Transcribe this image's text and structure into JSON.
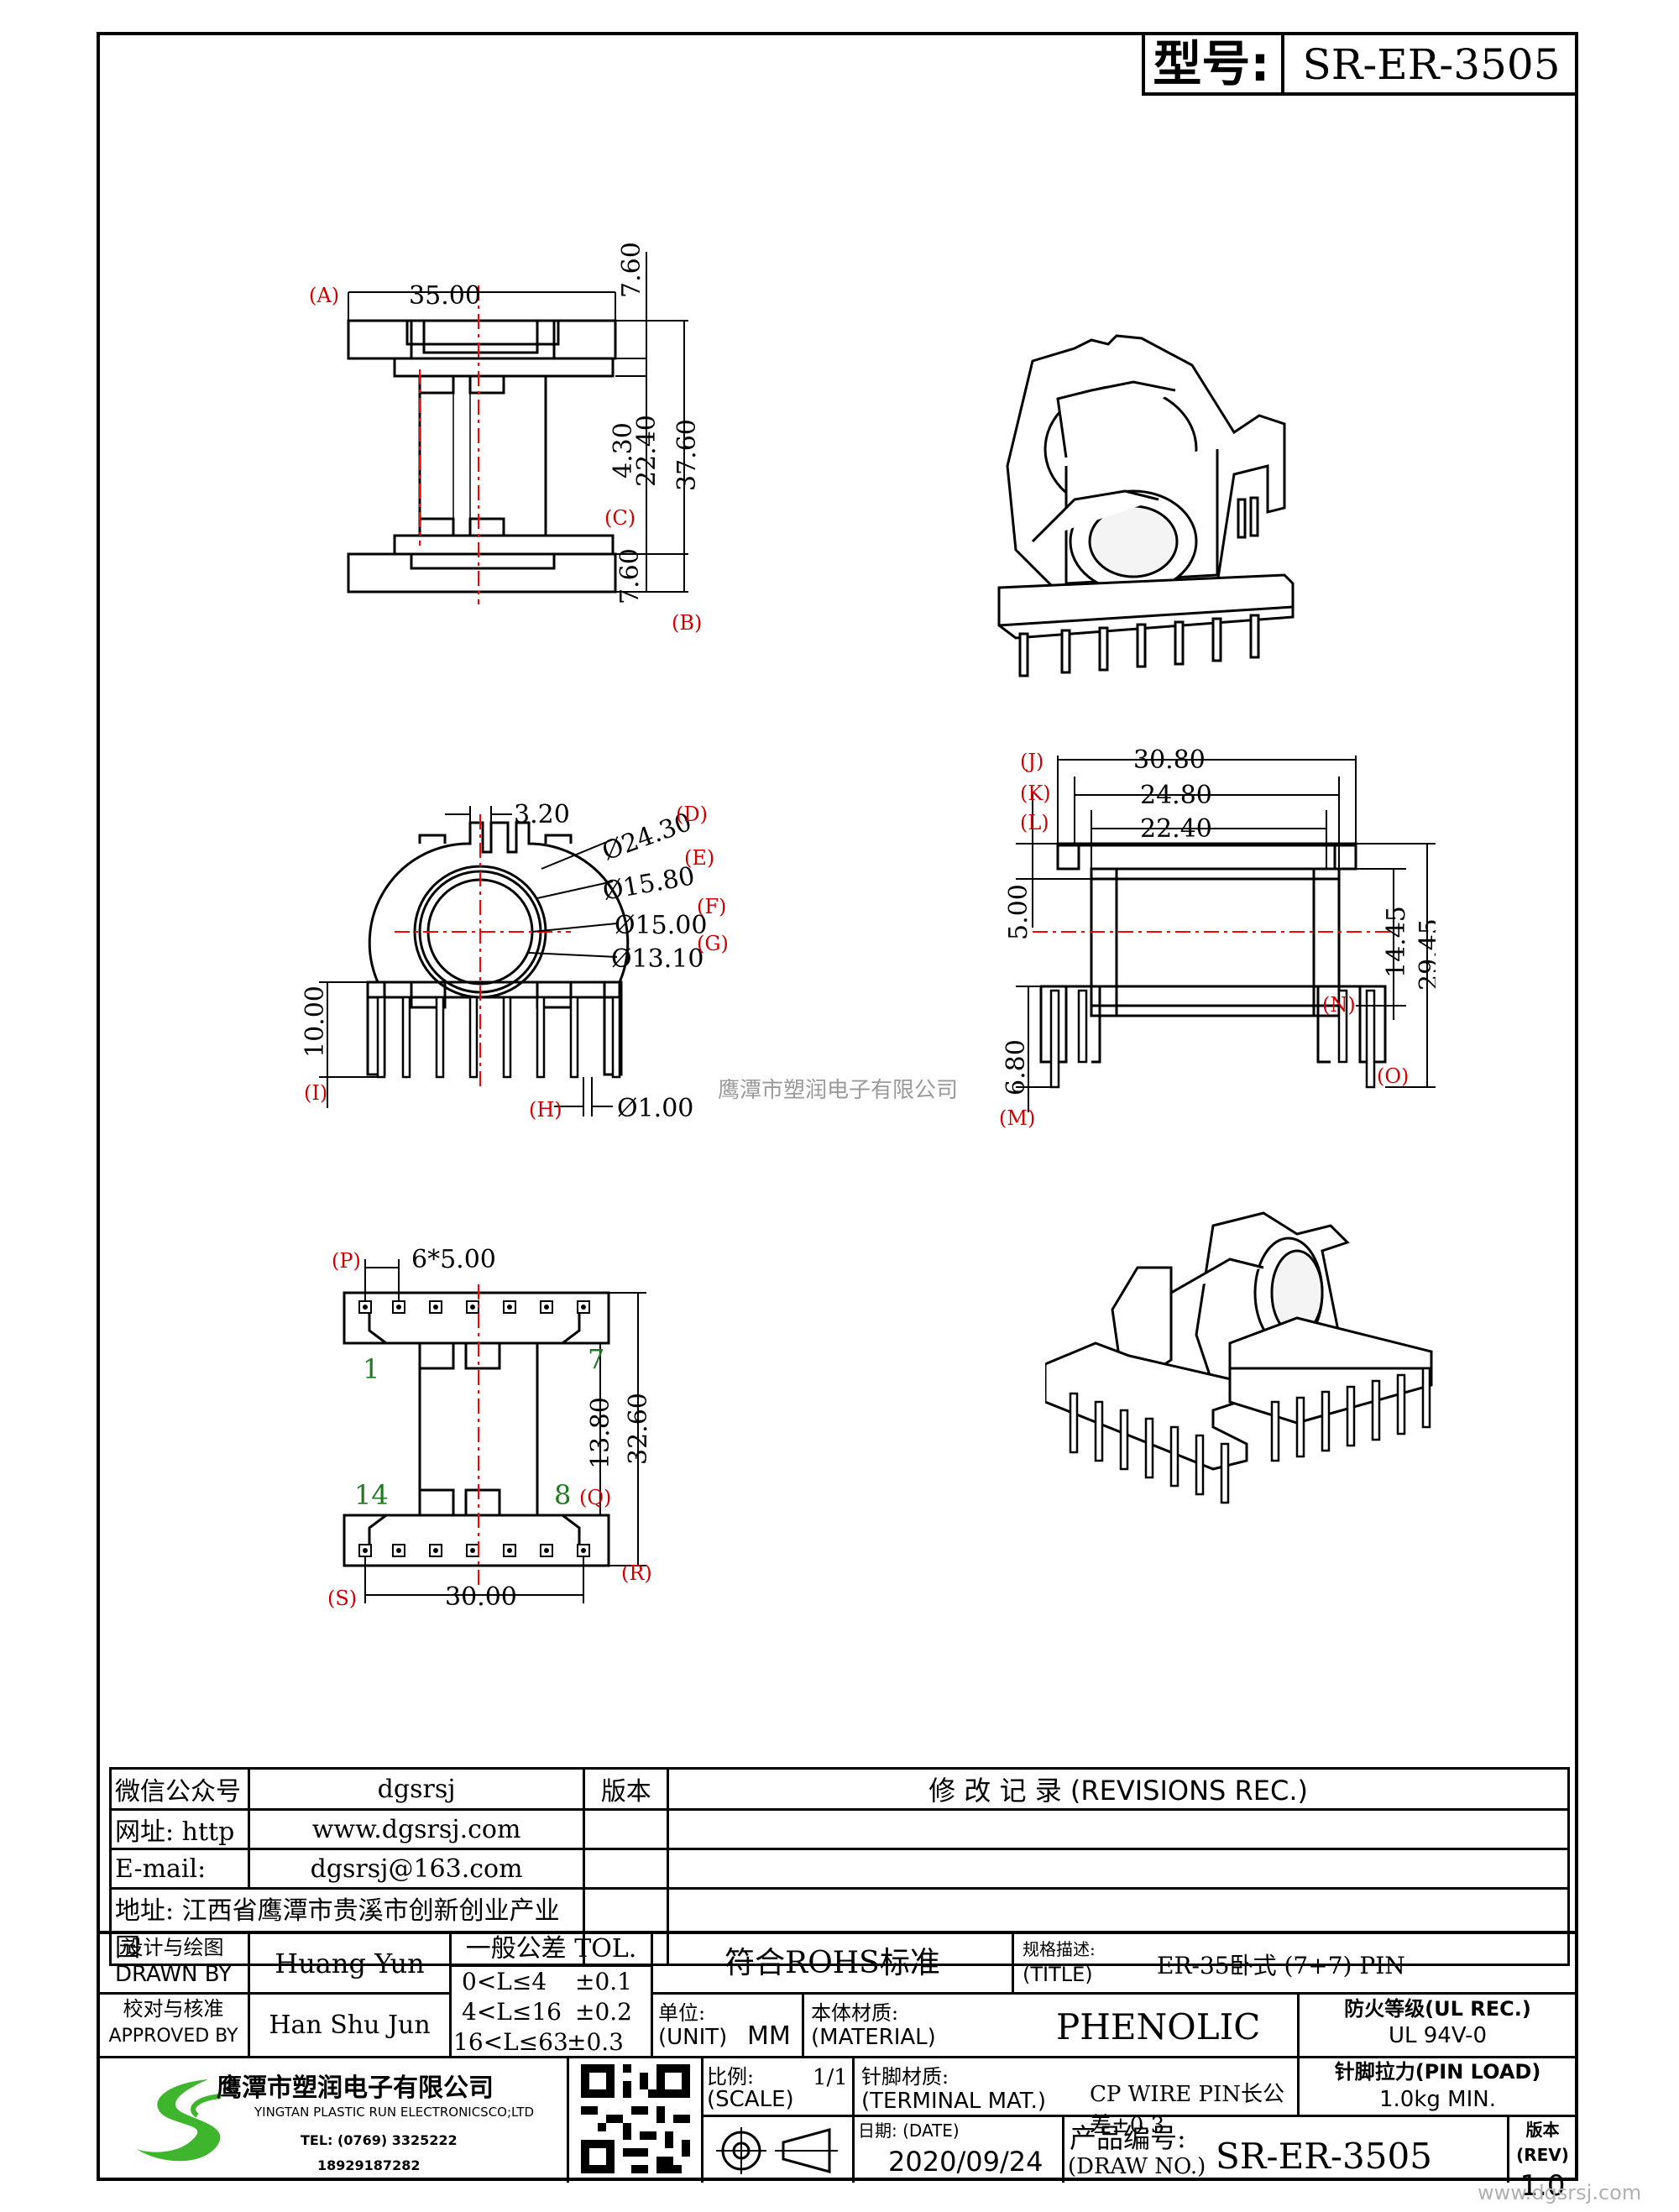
{
  "header": {
    "model_label": "型号:",
    "model_value": "SR-ER-3505"
  },
  "watermark": {
    "company": "鹰潭市塑润电子有限公司",
    "site": "www.dgsrsj.com"
  },
  "view_top": {
    "labels": {
      "A": "(A)",
      "B": "(B)",
      "C": "(C)"
    },
    "dims": {
      "width": "35.00",
      "flange_top": "7.60",
      "flange_bottom": "7.60",
      "c_dim": "4.30",
      "inner": "22.40",
      "total": "37.60"
    }
  },
  "view_front": {
    "labels": {
      "D": "(D)",
      "E": "(E)",
      "F": "(F)",
      "G": "(G)",
      "H": "(H)",
      "I": "(I)"
    },
    "dims": {
      "slot": "3.20",
      "d_od": "Ø24.30",
      "e_od": "Ø15.80",
      "f_id": "Ø15.00",
      "g_id": "Ø13.10",
      "pin_len": "10.00",
      "pin_dia": "Ø1.00"
    }
  },
  "view_side": {
    "labels": {
      "J": "(J)",
      "K": "(K)",
      "L": "(L)",
      "M": "(M)",
      "N": "(N)",
      "O": "(O)"
    },
    "dims": {
      "j": "30.80",
      "k": "24.80",
      "l": "22.40",
      "left_h": "5.00",
      "n": "14.45",
      "o": "29.45",
      "m": "6.80"
    }
  },
  "view_bottom": {
    "labels": {
      "P": "(P)",
      "Q": "(Q)",
      "R": "(R)",
      "S": "(S)"
    },
    "dims": {
      "pitch": "6*5.00",
      "q": "13.80",
      "r": "32.60",
      "s": "30.00"
    },
    "pins": {
      "p1": "1",
      "p7": "7",
      "p14": "14",
      "p8": "8"
    }
  },
  "info": {
    "wechat_label": "微信公众号",
    "wechat_value": "dgsrsj",
    "web_label": "网址: http",
    "web_value": "www.dgsrsj.com",
    "email_label": "E-mail:",
    "email_value": "dgsrsj@163.com",
    "address": "地址: 江西省鹰潭市贵溪市创新创业产业园",
    "version_label": "版本",
    "revisions_label": "修 改 记 录 (REVISIONS REC.)"
  },
  "title_block": {
    "designer_cn": "设计与绘图",
    "designer_en": "DRAWN BY",
    "designer_name": "Huang  Yun",
    "approver_cn": "校对与核准",
    "approver_en": "APPROVED BY",
    "approver_name": "Han Shu Jun",
    "tol_title": "一般公差 TOL.",
    "tol_rows": [
      {
        "range": "0<L≤4",
        "value": "±0.1"
      },
      {
        "range": "4<L≤16",
        "value": "±0.2"
      },
      {
        "range": "16<L≤63",
        "value": "±0.3"
      }
    ],
    "rohs": "符合ROHS标准",
    "title_cn": "规格描述:",
    "title_en": "(TITLE)",
    "title_value": "ER-35卧式 (7+7) PIN",
    "unit_cn": "单位:",
    "unit_en": "(UNIT)",
    "unit_value": "MM",
    "material_cn": "本体材质:",
    "material_en": "(MATERIAL)",
    "material_value": "PHENOLIC",
    "fire_cn": "防火等级(UL REC.)",
    "fire_value": "UL 94V-0",
    "scale_cn": "比例:",
    "scale_en": "(SCALE)",
    "scale_value": "1/1",
    "terminal_cn": "针脚材质:",
    "terminal_en": "(TERMINAL MAT.)",
    "terminal_value": "CP WIRE  PIN长公差±0.3",
    "pin_load_cn": "针脚拉力(PIN LOAD)",
    "pin_load_value": "1.0kg MIN.",
    "date_cn": "日期: (DATE)",
    "date_value": "2020/09/24",
    "drawno_cn": "产品编号:",
    "drawno_en": "(DRAW NO.)",
    "drawno_value": "SR-ER-3505",
    "rev_cn": "版本(REV)",
    "rev_value": "1.0",
    "company_cn": "鹰潭市塑润电子有限公司",
    "company_en": "YINGTAN PLASTIC RUN ELECTRONICSCO;LTD",
    "tel": "TEL: (0769) 3325222",
    "mobile": "18929187282"
  },
  "colors": {
    "line": "#000000",
    "red": "#ff0000",
    "green": "#1f7a1f",
    "logo_green": "#3fb52e"
  }
}
